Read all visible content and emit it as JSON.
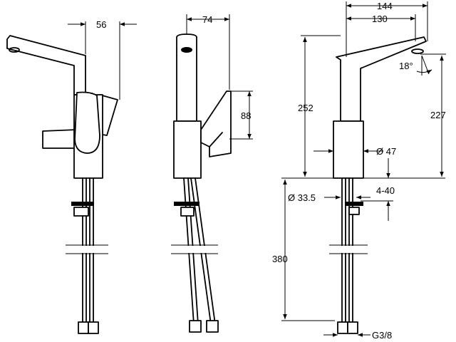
{
  "dimensions": {
    "front_spout_width": "56",
    "side_spout_reach": "74",
    "side_lever_height": "88",
    "right_reach_outer": "144",
    "right_reach_inner": "130",
    "right_total_height": "252",
    "right_spout_height": "227",
    "spout_angle": "18°",
    "body_diameter": "Ø 47",
    "hole_diameter": "Ø 33.5",
    "deck_thickness": "4-40",
    "hose_length": "380",
    "connection_thread": "G3/8"
  },
  "colors": {
    "line": "#000000",
    "background": "#ffffff"
  }
}
